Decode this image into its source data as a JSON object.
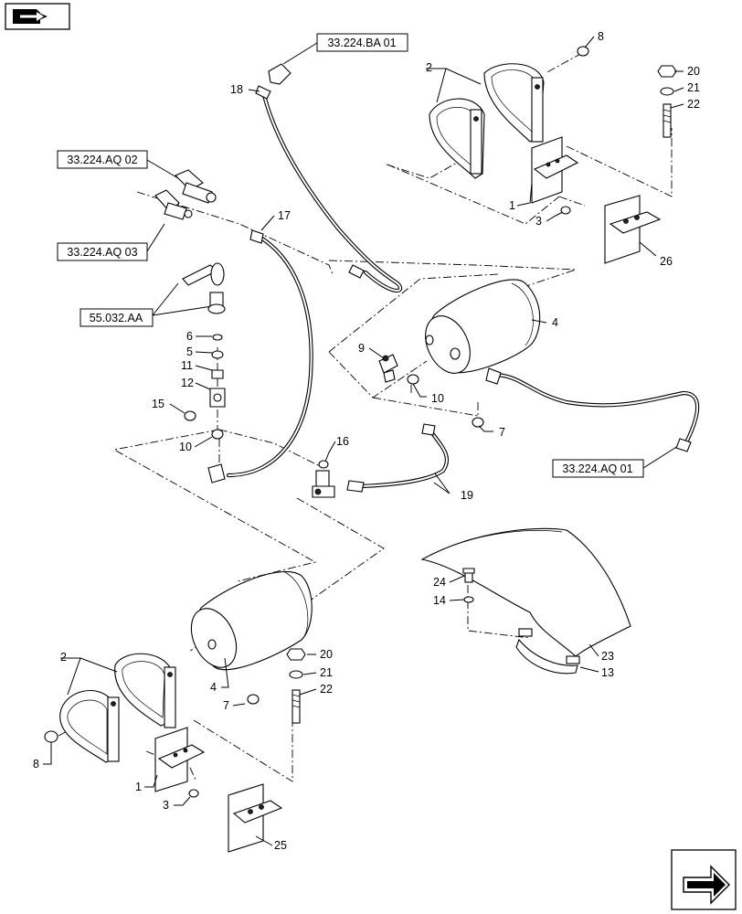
{
  "references": {
    "ba01": "33.224.BA 01",
    "aq02": "33.224.AQ 02",
    "aq03": "33.224.AQ 03",
    "aa": "55.032.AA",
    "aq01": "33.224.AQ 01"
  },
  "callouts": {
    "c1a": "1",
    "c1b": "1",
    "c2a": "2",
    "c2b": "2",
    "c3a": "3",
    "c3b": "3",
    "c4a": "4",
    "c4b": "4",
    "c5": "5",
    "c6": "6",
    "c7a": "7",
    "c7b": "7",
    "c8a": "8",
    "c8b": "8",
    "c9": "9",
    "c10a": "10",
    "c10b": "10",
    "c11": "11",
    "c12": "12",
    "c13": "13",
    "c14": "14",
    "c15": "15",
    "c16": "16",
    "c17": "17",
    "c18": "18",
    "c19": "19",
    "c20a": "20",
    "c20b": "20",
    "c21a": "21",
    "c21b": "21",
    "c22a": "22",
    "c22b": "22",
    "c23": "23",
    "c24": "24",
    "c25": "25",
    "c26": "26"
  },
  "icons": {
    "top_left": "book-arrow-icon",
    "bottom_right": "next-page-arrow-icon"
  }
}
